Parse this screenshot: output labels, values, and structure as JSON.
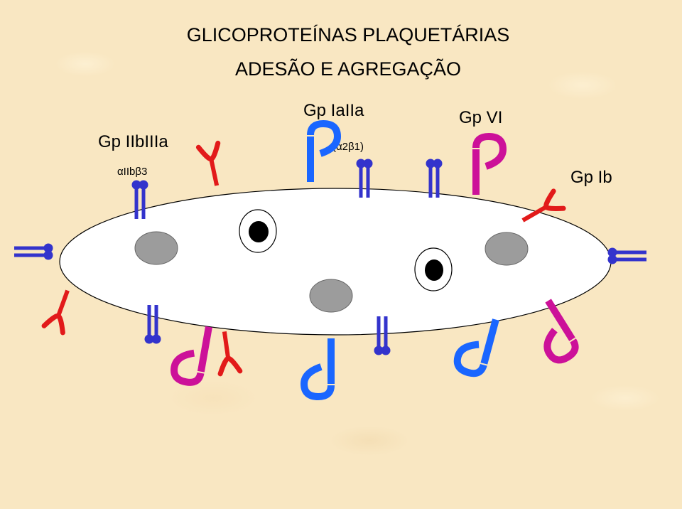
{
  "title": {
    "line1": "GLICOPROTEÍNAS PLAQUETÁRIAS",
    "line2": "ADESÃO E AGREGAÇÃO"
  },
  "labels": {
    "gp_iibiiia": "Gp IIbIIIa",
    "gp_iibiiia_sub": "αIIbβ3",
    "gp_iaiia": "Gp IaIIa",
    "gp_iaiia_sub": "(α2β1)",
    "gp_vi": "Gp VI",
    "gp_ib": "Gp Ib"
  },
  "colors": {
    "background": "#f9e7c2",
    "platelet_fill": "#ffffff",
    "gp_iibiiia": "#3333cc",
    "gp_iaiia": "#1a66ff",
    "gp_vi": "#cc1199",
    "gp_ib": "#e21a1a",
    "granule_gray": "#9c9c9c",
    "granule_dense": "#000000"
  }
}
